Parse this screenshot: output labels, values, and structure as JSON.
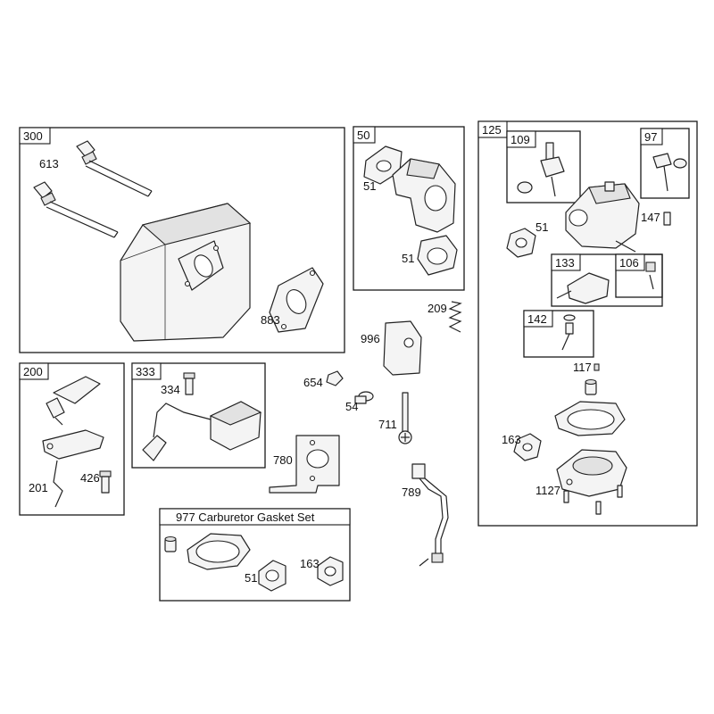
{
  "groups": {
    "g300": "300",
    "g50": "50",
    "g125": "125",
    "g109": "109",
    "g97": "97",
    "g133": "133",
    "g106": "106",
    "g142": "142",
    "g200": "200",
    "g333": "333",
    "g977_title": "977 Carburetor Gasket Set"
  },
  "parts": {
    "p613": "613",
    "p883": "883",
    "p51_intake_a": "51",
    "p51_intake_b": "51",
    "p51_carb": "51",
    "p147": "147",
    "p209": "209",
    "p996": "996",
    "p654": "654",
    "p54": "54",
    "p711": "711",
    "p780": "780",
    "p789": "789",
    "p334": "334",
    "p201": "201",
    "p426": "426",
    "p117": "117",
    "p163": "163",
    "p1127": "1127",
    "p51_set": "51",
    "p163_set": "163"
  }
}
